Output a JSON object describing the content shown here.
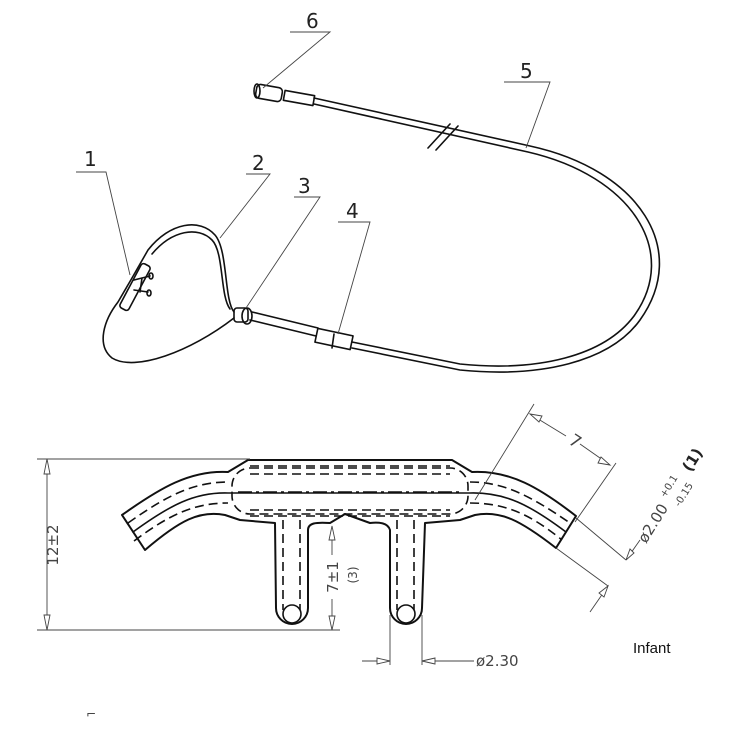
{
  "drawing": {
    "part_labels": [
      "1",
      "2",
      "3",
      "4",
      "5",
      "6"
    ],
    "dimensions": {
      "overall_height": "12±2",
      "prong_length": "7±1",
      "prong_length_ref": "(3)",
      "prong_diameter": "ø2.30",
      "tube_length": "7",
      "tube_diameter": "ø2.00",
      "tube_diameter_tol_upper": "+0.1",
      "tube_diameter_tol_lower": "-0.15",
      "tube_diameter_ref": "(1)"
    },
    "caption": "Infant",
    "corner_mark": "⌐"
  }
}
